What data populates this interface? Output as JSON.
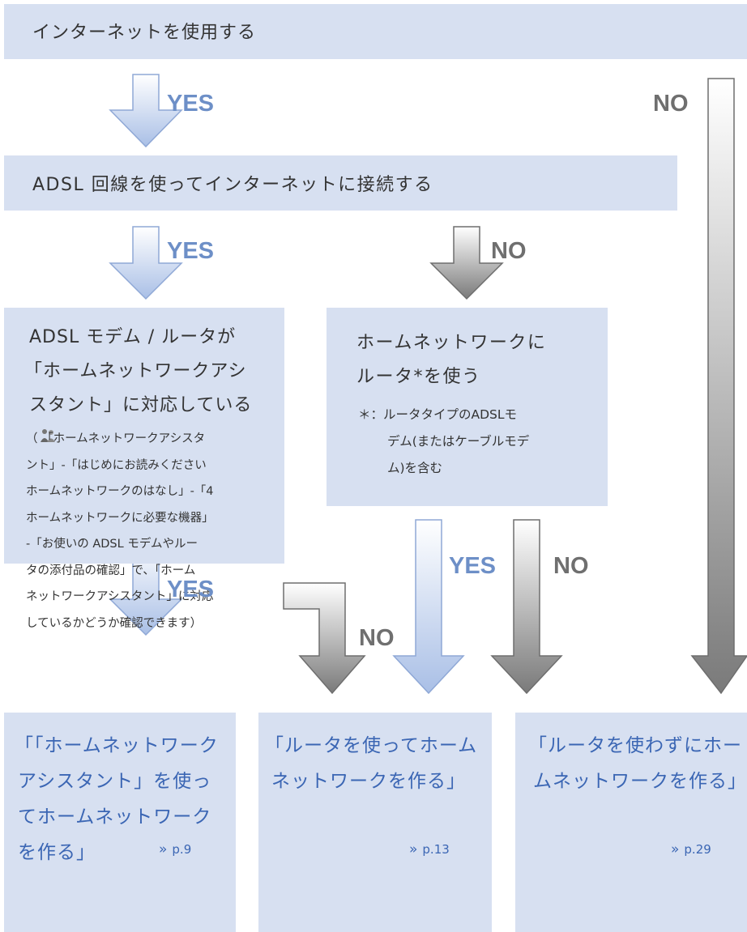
{
  "q1": "インターネットを使用する",
  "q2": "ADSL 回線を使ってインターネットに接続する",
  "q3": {
    "lines": [
      "ADSL モデム / ルータが",
      "「ホームネットワークアシ",
      "スタント」に対応している"
    ],
    "note_lines": [
      "（  「ホームネットワークアシスタ",
      "ント」-「はじめにお読みください",
      "ホームネットワークのはなし」-「4",
      "ホームネットワークに必要な機器」",
      "-「お使いの ADSL モデムやルー",
      "タの添付品の確認」で、「ホーム",
      "ネットワークアシスタント」に対応",
      "しているかどうか確認できます）"
    ]
  },
  "q4": {
    "lines": [
      "ホームネットワークに",
      "ルータ*を使う"
    ],
    "footnote_lines": [
      "＊：ルータタイプのADSLモ",
      "デム(またはケーブルモデ",
      "ム)を含む"
    ]
  },
  "labels": {
    "yes": "YES",
    "no": "NO"
  },
  "results": [
    {
      "lines": [
        "「「ホームネットワーク",
        "アシスタント」を使っ",
        "てホームネットワーク",
        "を作る」"
      ],
      "page": "p.9"
    },
    {
      "lines": [
        "「ルータを使ってホーム",
        "ネットワークを作る」"
      ],
      "page": "p.13"
    },
    {
      "lines": [
        "「ルータを使わずにホー",
        "ムネットワークを作る」"
      ],
      "page": "p.29"
    }
  ],
  "page_icon": "double-chevron-icon",
  "note_icon": "network-people-icon",
  "colors": {
    "box": "#d7e0f1",
    "yes_arrow": "#a8bde3",
    "no_arrow": "#8a8a8a",
    "dest_text": "#3b66b4"
  }
}
